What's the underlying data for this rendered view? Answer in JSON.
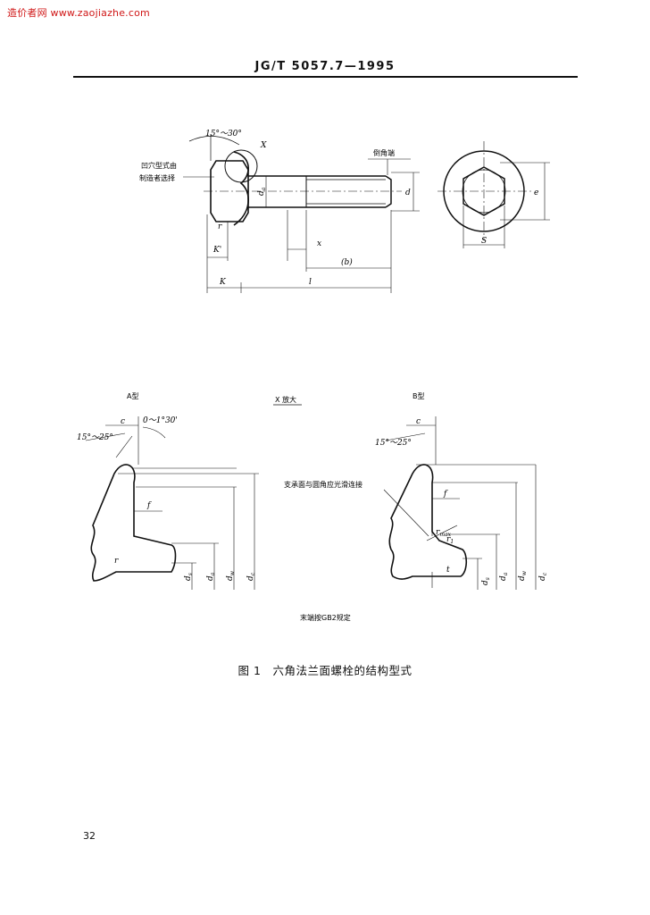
{
  "watermark": "造价者网 www.zaojiazhe.com",
  "header": {
    "standard_number": "JG/T 5057.7—1995"
  },
  "figure": {
    "caption": "图 1　六角法兰面螺栓的结构型式",
    "top_view": {
      "angle_note": "15°～30°",
      "detail_label": "X",
      "recess_note_line1": "凹穴型式由",
      "recess_note_line2": "制造者选择",
      "chamfer_note": "倒角端",
      "dim_da": "d",
      "dim_da_sub": "a",
      "dim_d": "d",
      "dim_e": "e",
      "dim_s": "S",
      "dim_k_prime": "K'",
      "dim_x": "x",
      "dim_b": "(b)",
      "dim_k": "K",
      "dim_l": "l",
      "dim_r": "r"
    },
    "detail_view": {
      "title": "X 放大",
      "type_a": "A型",
      "type_b": "B型",
      "angle_a": "15°～25°",
      "angle_c": "0～1°30'",
      "angle_b": "15°～25°",
      "label_c": "c",
      "label_f": "f",
      "label_r": "r",
      "label_t": "t",
      "label_r_max": "r",
      "label_r_max_sub": "max",
      "label_r1": "r",
      "label_r1_sub": "1",
      "bearing_note": "支承面与圆角应光滑连接",
      "dim_ds": "d",
      "dim_ds_sub": "s",
      "dim_dw": "d",
      "dim_dw_sub": "w",
      "dim_dc": "d",
      "dim_dc_sub": "c",
      "dim_da": "d",
      "dim_da_sub": "a",
      "end_note": "末端按GB2规定"
    }
  },
  "footer": {
    "page_number": "32"
  }
}
